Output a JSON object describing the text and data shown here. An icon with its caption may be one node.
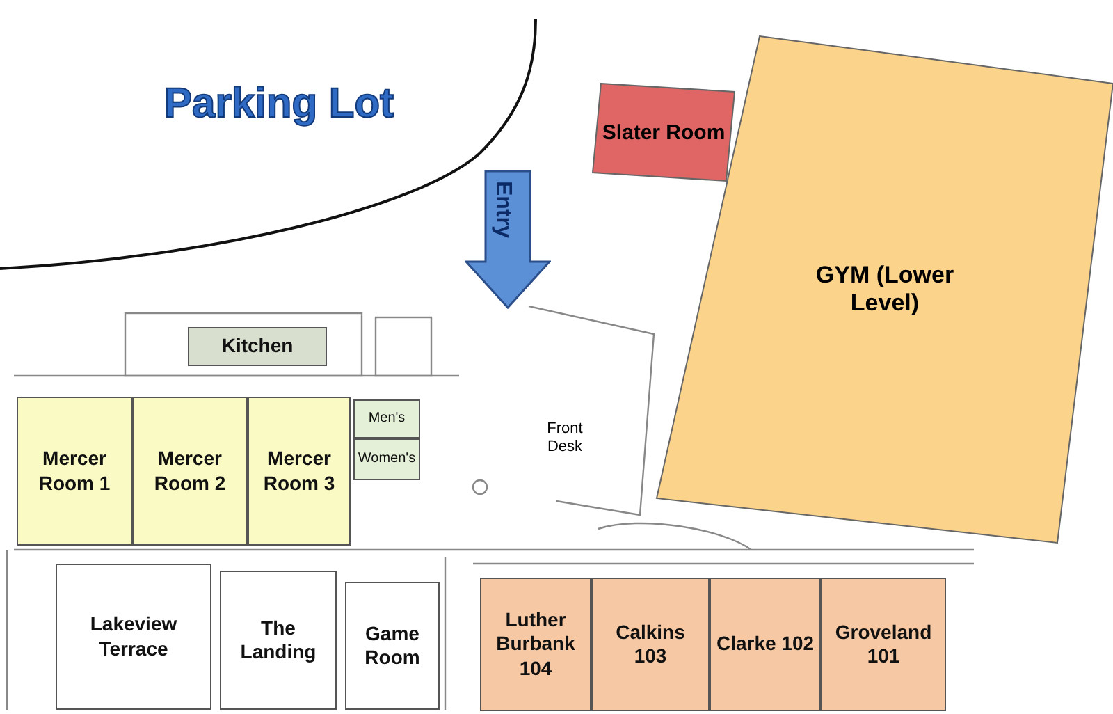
{
  "diagram": {
    "nodes": [
      {
        "text": [
          "Slater Room"
        ]
      },
      {
        "text": [
          "GYM (Lower Level)"
        ]
      },
      {
        "text": [
          "Kitchen"
        ]
      },
      {
        "text": [
          "Mercer Room 1"
        ]
      },
      {
        "text": [
          "Mercer Room 2"
        ]
      },
      {
        "text": [
          "Mercer Room 3"
        ]
      },
      {
        "text": [
          "Men's"
        ]
      },
      {
        "text": [
          "Women's"
        ]
      },
      {
        "text": [
          "Lakeview Terrace"
        ]
      },
      {
        "text": [
          "The Landing"
        ]
      },
      {
        "text": [
          "Game Room"
        ]
      },
      {
        "text": [
          "Luther Burbank 104"
        ]
      },
      {
        "text": [
          "Calkins 103"
        ]
      },
      {
        "text": [
          "Clarke 102"
        ]
      },
      {
        "text": [
          "Groveland 101"
        ]
      }
    ],
    "edges": [],
    "labels": [
      "Parking Lot",
      "Entry",
      "Front Desk"
    ]
  }
}
